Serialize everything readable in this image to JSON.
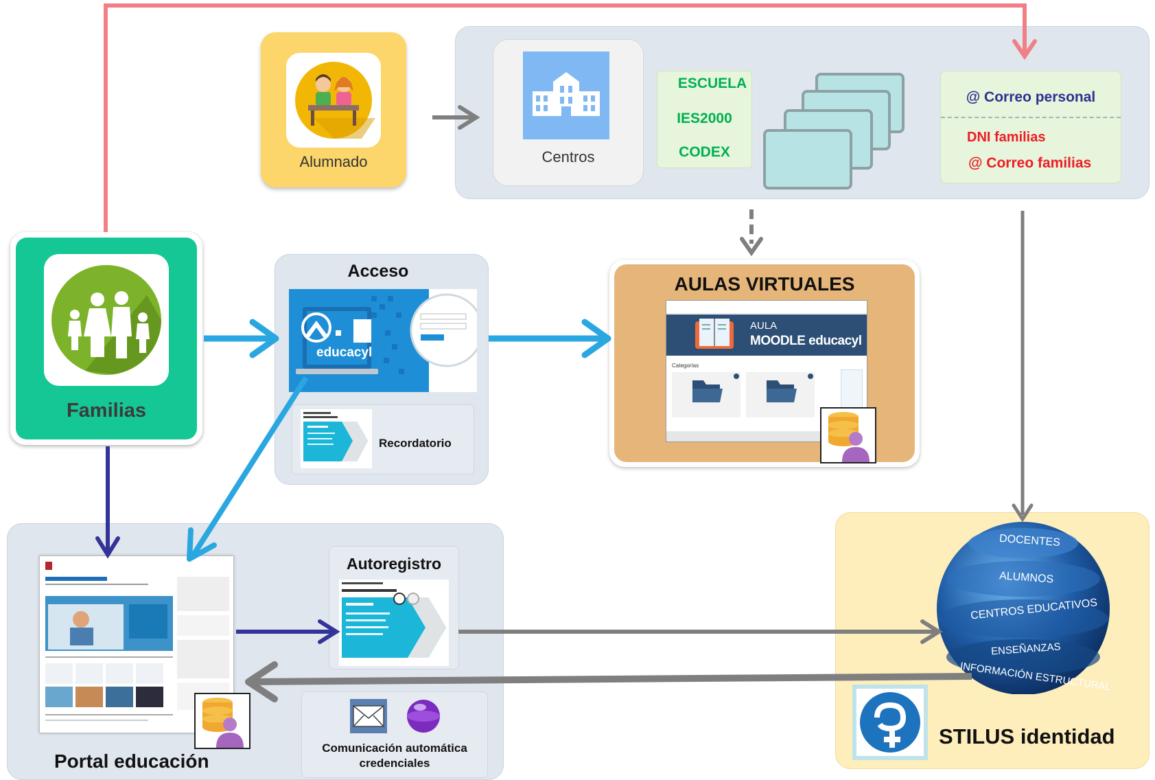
{
  "nodes": {
    "alumnado": "Alumnado",
    "centros": "Centros",
    "familias": "Familias",
    "acceso": "Acceso",
    "recordatorio": "Recordatorio",
    "aulas_virtuales": "AULAS VIRTUALES",
    "portal_educacion": "Portal educación",
    "autoregistro": "Autoregistro",
    "comunicacion": "Comunicación automática",
    "credenciales": "credenciales",
    "stilus": "STILUS identidad"
  },
  "systems": [
    "ESCUELA",
    "IES2000",
    "CODEX"
  ],
  "correo": {
    "personal": "@ Correo personal",
    "dni": "DNI familias",
    "familias": "@ Correo familias"
  },
  "educacyl": {
    "brand": "educacyl"
  },
  "moodle": {
    "aula": "AULA",
    "title": "MOODLE educacyl",
    "categorias": "Categorías"
  },
  "globe_layers": [
    "DOCENTES",
    "ALUMNOS",
    "CENTROS EDUCATIVOS",
    "ENSEÑANZAS",
    "INFORMACIÓN ESTRUCTURAL"
  ],
  "colors": {
    "familias_green": "#14c795",
    "alumnado_yellow": "#fcd66a",
    "aulas_orange": "#e6b57a",
    "stilus_cream": "#fdeebc",
    "arrow_red": "#f07f86",
    "arrow_blue": "#2aa7e0",
    "arrow_navy": "#333399",
    "arrow_gray": "#7f7f7f",
    "systems_green": "#00b050",
    "correo_blue": "#2e3191",
    "correo_red": "#ee1c24"
  }
}
